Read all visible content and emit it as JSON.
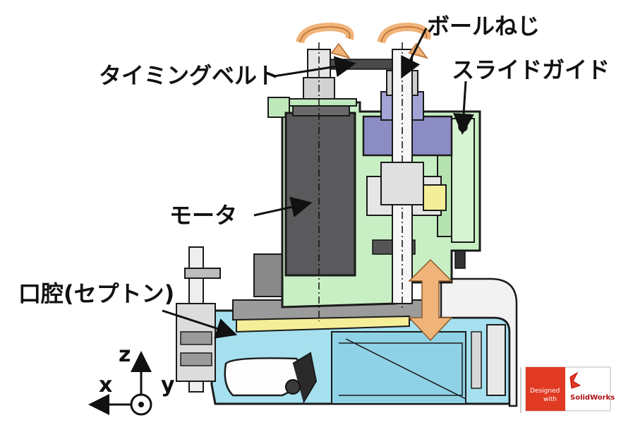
{
  "labels": {
    "ball_screw": "ボールねじ",
    "timing_belt": "タイミングベルト",
    "slide_guide": "スライドガイド",
    "motor": "モータ",
    "oral_cavity": "口腔(セプトン)"
  },
  "axes": {
    "z": "z",
    "x": "x",
    "y": "y"
  },
  "logo": {
    "line1": "Designed",
    "line2": "with",
    "brand": "SolidWorks"
  },
  "colors": {
    "housing_green": "#c8efc4",
    "motor_gray": "#5a5a5c",
    "mechanism_blue": "#8c8cc4",
    "oral_cyan": "#a6e0ee",
    "septon_yellow": "#f4ee98",
    "arrow_orange": "#f0b47a",
    "logo_red": "#e03a22"
  }
}
